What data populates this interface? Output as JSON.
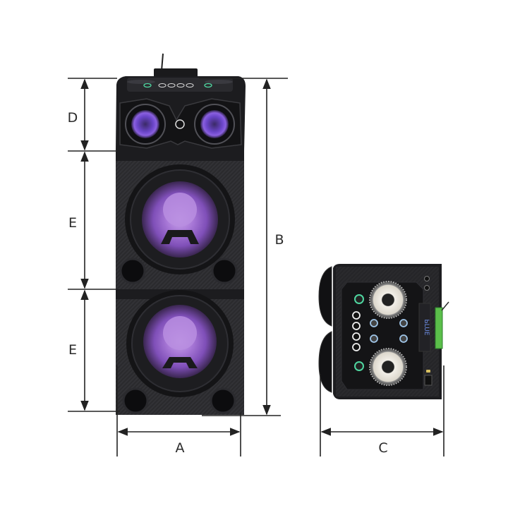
{
  "diagram": {
    "subject": "Party speaker dimensions",
    "labels": {
      "width_front": "A",
      "height_total": "B",
      "depth": "C",
      "top_section": "D",
      "woofer_section_upper": "E",
      "woofer_section_lower": "E"
    },
    "display_text": "ЬLUE",
    "colors": {
      "line": "#222222",
      "body": "#1e1e20",
      "body_light": "#3a3a3e",
      "woofer_glow": "#9a6ad0",
      "woofer_center": "#b98ee0",
      "tweeter_glow": "#7a4fd0",
      "accent_green": "#4fd6a0",
      "knob": "#e8e4dc",
      "pcb_green": "#5bbf4a",
      "display": "#2a2a30",
      "display_text": "#6f8fe8"
    }
  }
}
